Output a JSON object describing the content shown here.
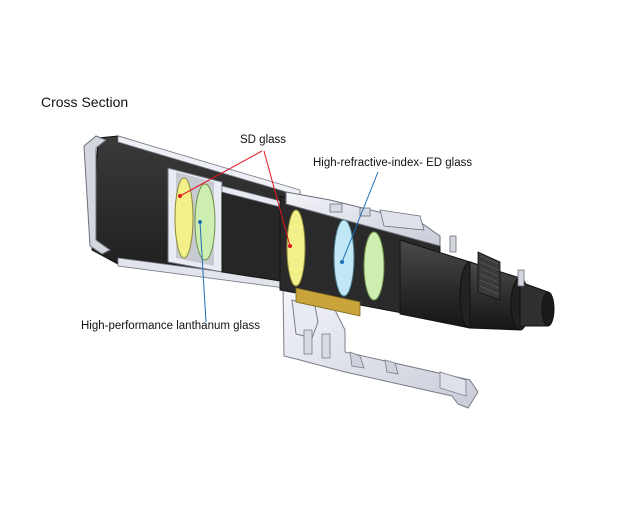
{
  "title": "Cross Section",
  "labels": {
    "sd_glass": "SD glass",
    "ed_glass": "High-refractive-index- ED glass",
    "lanthanum_glass": "High-performance lanthanum glass"
  },
  "colors": {
    "sd_glass": "#f3f08a",
    "ed_glass": "#bfe7f5",
    "lanthanum_glass": "#cdeeb0",
    "leader_red": "#e0141e",
    "leader_blue": "#1e6fb7",
    "barrel_dark": "#2c2c2c",
    "metal_light": "#e6e8f0"
  }
}
